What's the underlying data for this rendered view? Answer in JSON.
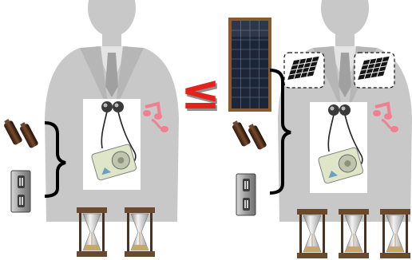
{
  "comparison": {
    "symbol": "≤",
    "color": "#e3221c"
  },
  "left_scenario": {
    "figure": "person-silhouette",
    "device": "portable-music-player-with-earphones",
    "energy_sources": [
      "batteries-icon",
      "wall-outlet-icon"
    ],
    "music_note": "music-note-icon",
    "time_units": 2
  },
  "right_scenario": {
    "figure": "person-silhouette",
    "device": "portable-music-player-with-earphones",
    "energy_sources": [
      "solar-panel-icon",
      "batteries-icon",
      "wall-outlet-icon"
    ],
    "wearable_solar_cells": 2,
    "music_note": "music-note-icon",
    "time_units": 3
  },
  "colors": {
    "silhouette": "#c9c9c9",
    "panel_frame": "#8a5a2b",
    "panel_cells": "#1c2638",
    "note": "#f08090",
    "device_body": "#dfe6c8"
  }
}
